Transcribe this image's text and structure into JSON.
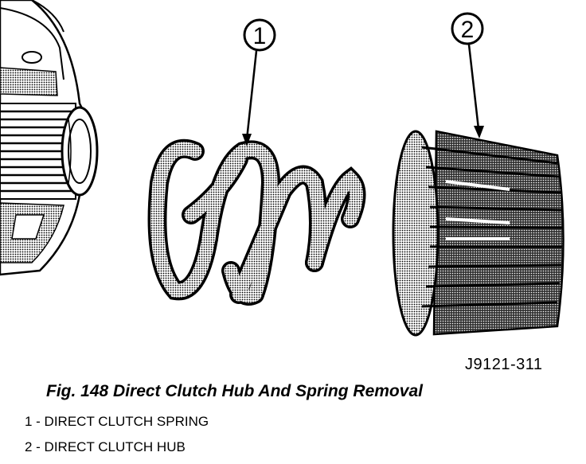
{
  "figure": {
    "callouts": [
      {
        "number": "1",
        "target": "direct-clutch-spring"
      },
      {
        "number": "2",
        "target": "direct-clutch-hub"
      }
    ],
    "reference_code": "J9121-311",
    "caption": "Fig. 148 Direct Clutch Hub And Spring Removal"
  },
  "legend": [
    "1 - DIRECT CLUTCH SPRING",
    "2 - DIRECT CLUTCH HUB"
  ],
  "colors": {
    "ink": "#000000",
    "paper": "#ffffff",
    "halftone": "#7a7a7a",
    "dark_shade": "#2a2a2a"
  }
}
